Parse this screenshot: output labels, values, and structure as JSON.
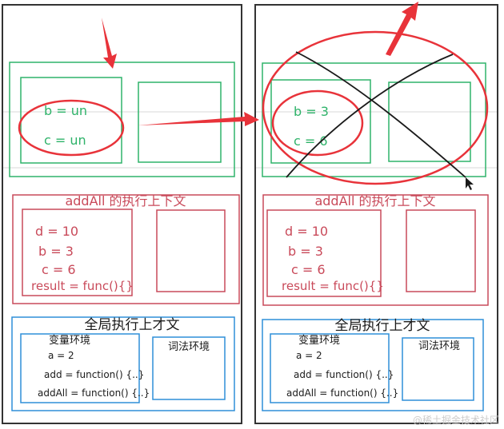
{
  "colors": {
    "green": "#2fb36a",
    "red_box": "#c94a5a",
    "blue": "#2f8fd8",
    "annotation": "#e8333a",
    "frame": "#333333",
    "ink": "#1a1a1a"
  },
  "left_panel": {
    "closure_box": {
      "b_text": "b = un",
      "c_text": "c = un"
    },
    "addall_context": {
      "title": "addAll 的执行上下文",
      "d_text": "d = 10",
      "b_text": "b = 3",
      "c_text": "c = 6",
      "result_text": "result = func(){}"
    },
    "global_context": {
      "title": "全局执行上才文",
      "variable_env_label": "变量环境",
      "a_text": "a = 2",
      "add_text": "add = function() {..}",
      "addall_text": "addAll = function() {..}",
      "lexical_env_label": "词法环境"
    }
  },
  "right_panel": {
    "closure_box": {
      "b_text": "b = 3",
      "c_text": "c = 6"
    },
    "addall_context": {
      "title": "addAll 的执行上下文",
      "d_text": "d = 10",
      "b_text": "b = 3",
      "c_text": "c = 6",
      "result_text": "result = func(){}"
    },
    "global_context": {
      "title": "全局执行上才文",
      "variable_env_label": "变量环境",
      "a_text": "a = 2",
      "add_text": "add = function() {..}",
      "addall_text": "addAll = function() {..}",
      "lexical_env_label": "词法环境"
    }
  },
  "watermark": "@稀土掘金技术社区"
}
